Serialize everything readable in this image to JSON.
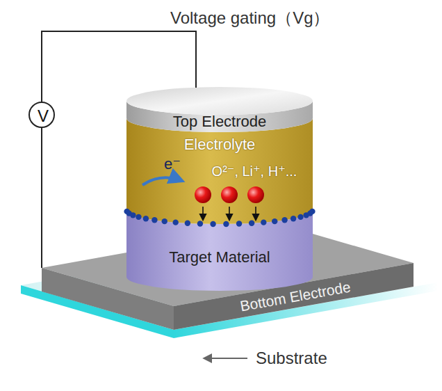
{
  "diagram": {
    "nodes": [
      {
        "text": [
          "V"
        ]
      },
      {
        "text": [
          "Top Electrode"
        ]
      },
      {
        "text": [
          "Electrolyte",
          "O²⁻, Li⁺, H⁺...",
          "e⁻"
        ]
      },
      {
        "text": [
          "Target Material"
        ]
      },
      {
        "text": [
          "Bottom Electrode"
        ]
      }
    ],
    "edges": [
      {
        "from": 0,
        "to": 1,
        "arrow": "none"
      },
      {
        "from": 0,
        "to": 4,
        "arrow": "none"
      }
    ],
    "labels": [
      "Voltage gating（Vg）",
      "Substrate"
    ]
  }
}
